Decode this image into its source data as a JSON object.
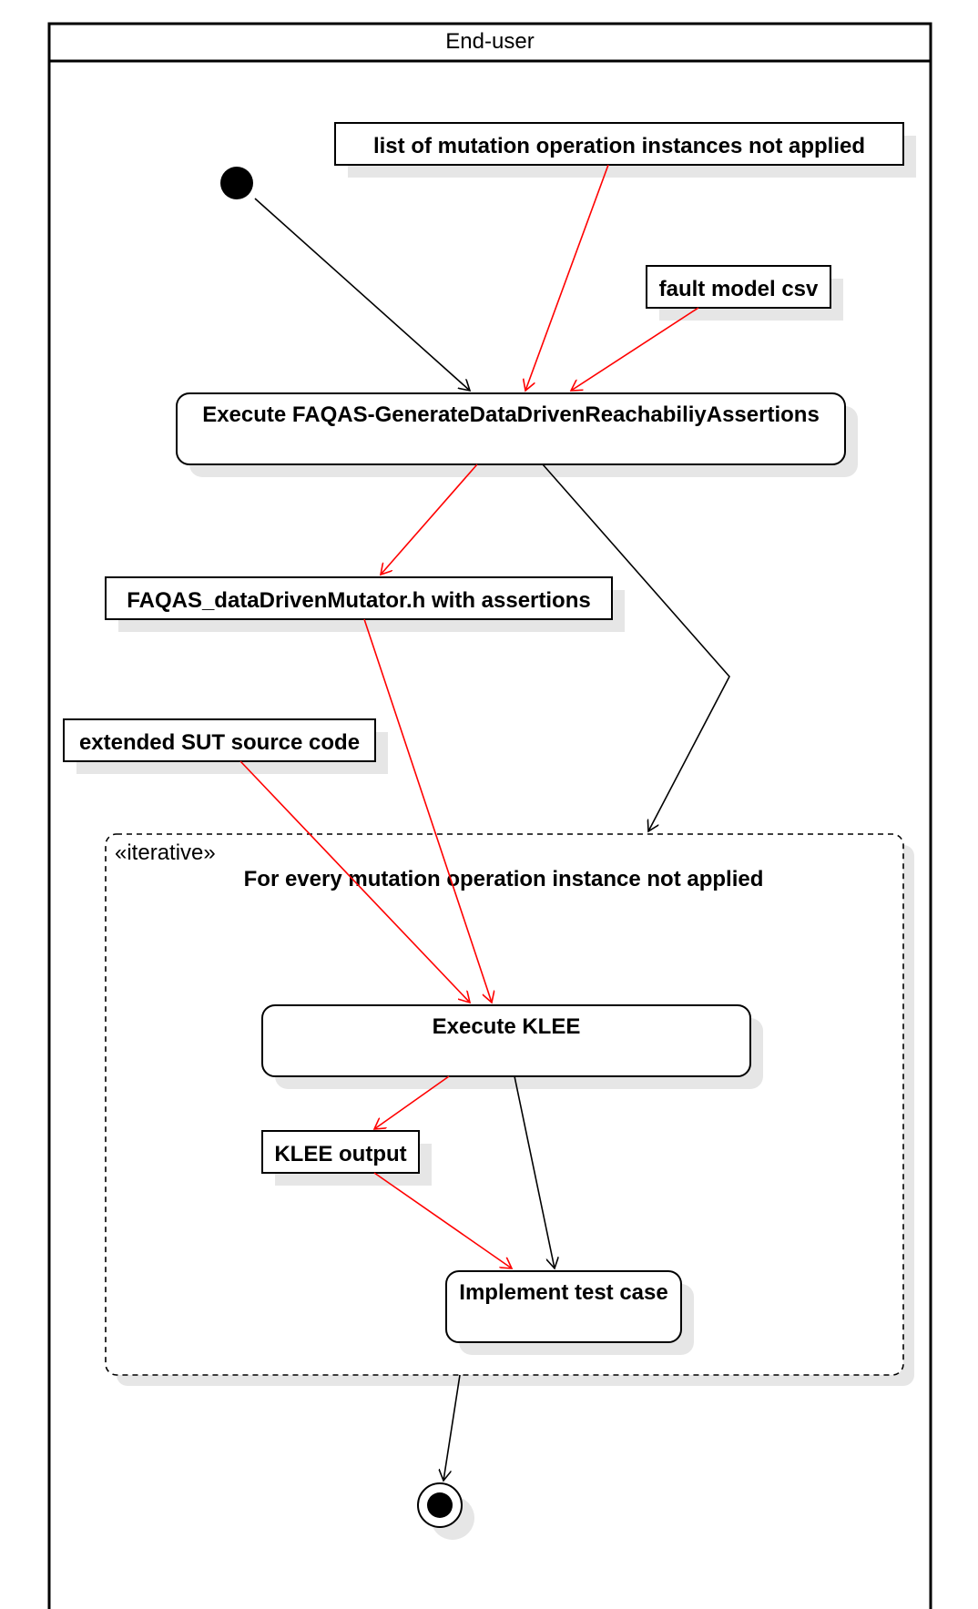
{
  "swimlane": {
    "title": "End-user"
  },
  "objects": {
    "list_not_applied": "list of mutation operation instances not applied",
    "fault_model": "fault model csv",
    "mutator_header": "FAQAS_dataDrivenMutator.h with assertions",
    "extended_sut": "extended SUT source code",
    "klee_output": "KLEE output"
  },
  "actions": {
    "generate_assertions": "Execute FAQAS-GenerateDataDrivenReachabiliyAssertions",
    "execute_klee": "Execute KLEE",
    "implement_test": "Implement test case"
  },
  "region": {
    "stereotype": "«iterative»",
    "title": "For every mutation operation instance not applied"
  },
  "colors": {
    "object_flow": "#ff0000",
    "control_flow": "#000000",
    "shadow": "#e6e6e6"
  }
}
